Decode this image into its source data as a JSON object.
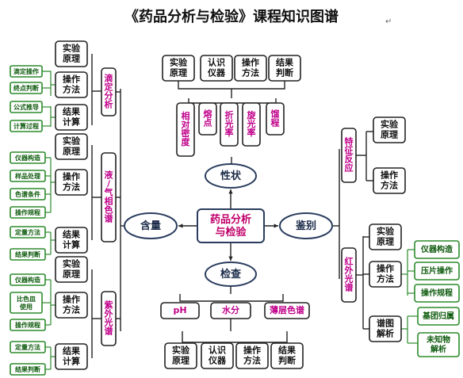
{
  "title": "《药品分析与检验》课程知识图谱",
  "center": "药品分析\n与检验",
  "hubs": {
    "traits": "性状",
    "content": "含量",
    "identify": "鉴别",
    "inspect": "检查"
  },
  "common4": [
    "实验\n原理",
    "认识\n仪器",
    "操作\n方法",
    "结果\n判断"
  ],
  "trait_methods": [
    "相\n对\n密\n度",
    "熔\n点",
    "折\n光\n率",
    "旋\n光\n率",
    "馏\n程"
  ],
  "inspect_items": [
    "pH",
    "水分",
    "薄层色谱"
  ],
  "content_methods": [
    "滴\n定\n分\n析",
    "液\n/\n气\n相\n色\n谱",
    "紫\n外\n光\n谱"
  ],
  "blocks": {
    "principle": "实验\n原理",
    "operation": "操作\n方法",
    "result": "结果\n计算",
    "spectrum": "谱图\n解析"
  },
  "titration_sub": {
    "operation": [
      "滴定操作",
      "终点判断"
    ],
    "result": [
      "公式推导",
      "计算过程"
    ]
  },
  "chromatography_sub": {
    "operation": [
      "仪器构造",
      "样品处理",
      "色谱条件",
      "操作规程"
    ],
    "result": [
      "定量方法",
      "结果判断"
    ]
  },
  "uv_sub": {
    "operation": [
      "仪器构造",
      "比色皿\n使用",
      "操作规程"
    ],
    "result": [
      "定量方法",
      "结果判断"
    ]
  },
  "identify_methods": [
    "特\n征\n反\n应",
    "红\n外\n光\n谱"
  ],
  "ir_sub": {
    "operation": [
      "仪器构造",
      "压片操作",
      "操作规程"
    ],
    "spectrum": [
      "基团归属",
      "未知物\n解析"
    ]
  },
  "colors": {
    "magenta": "#c0008a",
    "green": "#2c8a2c",
    "navy": "#2a3d5e"
  }
}
